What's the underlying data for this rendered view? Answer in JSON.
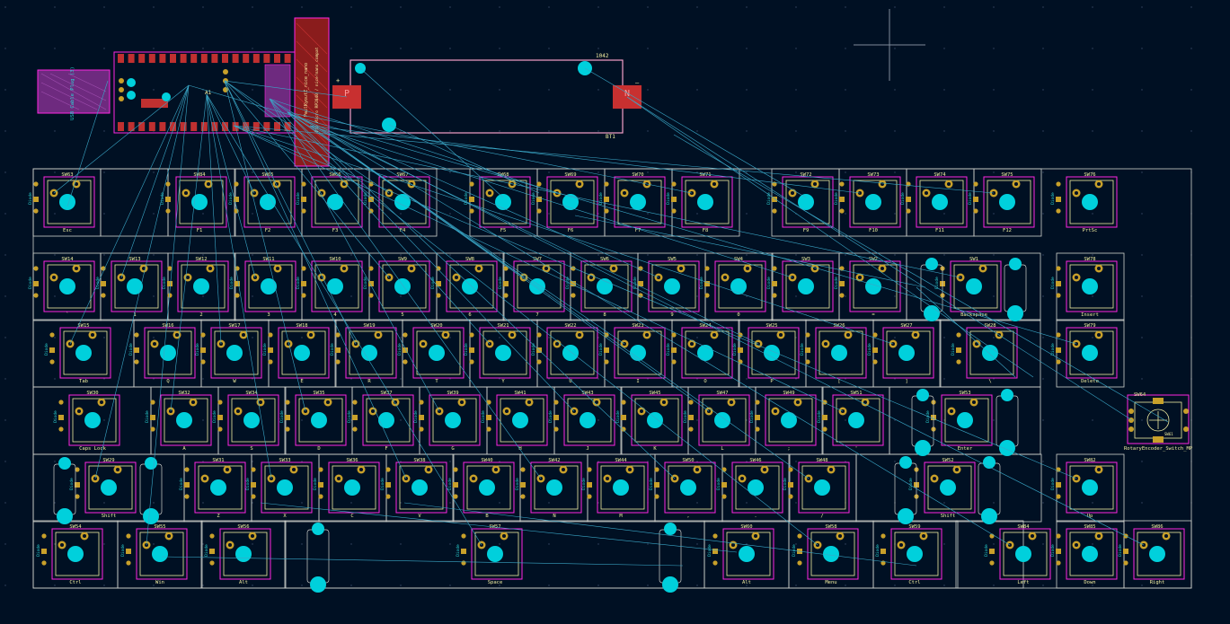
{
  "app": {
    "title": "KiCad PCB Editor",
    "crosshair": "crosshair-cursor"
  },
  "colors": {
    "background": "#001023",
    "edge_cuts": "#d0d2cd",
    "silk_front": "#f2eda1",
    "courtyard": "#ff26e2",
    "pad_copper": "#c8a02a",
    "via": "#00d0dc",
    "ratsnest": "#3aa7c7",
    "module_silk": "#d03333",
    "battery_outline": "#f5a0c8"
  },
  "mcu": {
    "ref": "A1",
    "usb_label": "USB Cable Plug (3)",
    "side_label": "Pro Micro RP2040 / nice!nano compat",
    "board_silk": "PaulKyoutZ_nice_nano"
  },
  "battery": {
    "ref": "BT1",
    "value": "1042",
    "pos_label": "P",
    "neg_label": "N",
    "plus_sign": "+",
    "minus_sign": "–"
  },
  "encoder": {
    "ref": "SW64",
    "value": "RotaryEncoder_Switch_MP",
    "sub": "SW61"
  },
  "diode_label": "Diode",
  "rows": [
    [
      {
        "ref": "SW63",
        "label": "Esc"
      },
      {
        "ref": "SW84",
        "label": "F1"
      },
      {
        "ref": "SW65",
        "label": "F2"
      },
      {
        "ref": "SW66",
        "label": "F3"
      },
      {
        "ref": "SW67",
        "label": "F4"
      },
      {
        "ref": "SW68",
        "label": "F5"
      },
      {
        "ref": "SW69",
        "label": "F6"
      },
      {
        "ref": "SW70",
        "label": "F7"
      },
      {
        "ref": "SW71",
        "label": "F8"
      },
      {
        "ref": "SW72",
        "label": "F9"
      },
      {
        "ref": "SW73",
        "label": "F10"
      },
      {
        "ref": "SW74",
        "label": "F11"
      },
      {
        "ref": "SW75",
        "label": "F12"
      },
      {
        "ref": "SW76",
        "label": "PrtSc"
      }
    ],
    [
      {
        "ref": "SW14",
        "label": "`"
      },
      {
        "ref": "SW13",
        "label": "1"
      },
      {
        "ref": "SW12",
        "label": "2"
      },
      {
        "ref": "SW11",
        "label": "3"
      },
      {
        "ref": "SW10",
        "label": "4"
      },
      {
        "ref": "SW9",
        "label": "5"
      },
      {
        "ref": "SW8",
        "label": "6"
      },
      {
        "ref": "SW7",
        "label": "7"
      },
      {
        "ref": "SW6",
        "label": "8"
      },
      {
        "ref": "SW5",
        "label": "9"
      },
      {
        "ref": "SW4",
        "label": "0"
      },
      {
        "ref": "SW3",
        "label": "-"
      },
      {
        "ref": "SW2",
        "label": "="
      },
      {
        "ref": "SW1",
        "label": "Backspace"
      },
      {
        "ref": "SW78",
        "label": "Insert"
      }
    ],
    [
      {
        "ref": "SW15",
        "label": "Tab"
      },
      {
        "ref": "SW16",
        "label": "Q"
      },
      {
        "ref": "SW17",
        "label": "W"
      },
      {
        "ref": "SW18",
        "label": "E"
      },
      {
        "ref": "SW19",
        "label": "R"
      },
      {
        "ref": "SW20",
        "label": "T"
      },
      {
        "ref": "SW21",
        "label": "Y"
      },
      {
        "ref": "SW22",
        "label": "U"
      },
      {
        "ref": "SW23",
        "label": "I"
      },
      {
        "ref": "SW24",
        "label": "O"
      },
      {
        "ref": "SW25",
        "label": "P"
      },
      {
        "ref": "SW26",
        "label": "["
      },
      {
        "ref": "SW27",
        "label": "]"
      },
      {
        "ref": "SW28",
        "label": "\\"
      },
      {
        "ref": "SW79",
        "label": "Delete"
      }
    ],
    [
      {
        "ref": "SW30",
        "label": "Caps Lock"
      },
      {
        "ref": "SW32",
        "label": "A"
      },
      {
        "ref": "SW34",
        "label": "S"
      },
      {
        "ref": "SW35",
        "label": "D"
      },
      {
        "ref": "SW37",
        "label": "F"
      },
      {
        "ref": "SW39",
        "label": "G"
      },
      {
        "ref": "SW41",
        "label": "H"
      },
      {
        "ref": "SW43",
        "label": "J"
      },
      {
        "ref": "SW45",
        "label": "K"
      },
      {
        "ref": "SW47",
        "label": "L"
      },
      {
        "ref": "SW49",
        "label": ";"
      },
      {
        "ref": "SW51",
        "label": "'"
      },
      {
        "ref": "SW53",
        "label": "Enter"
      }
    ],
    [
      {
        "ref": "SW29",
        "label": "Shift"
      },
      {
        "ref": "SW31",
        "label": "Z"
      },
      {
        "ref": "SW33",
        "label": "X"
      },
      {
        "ref": "SW36",
        "label": "C"
      },
      {
        "ref": "SW38",
        "label": "V"
      },
      {
        "ref": "SW40",
        "label": "B"
      },
      {
        "ref": "SW42",
        "label": "N"
      },
      {
        "ref": "SW44",
        "label": "M"
      },
      {
        "ref": "SW50",
        "label": ","
      },
      {
        "ref": "SW46",
        "label": "."
      },
      {
        "ref": "SW48",
        "label": "/"
      },
      {
        "ref": "SW52",
        "label": "Shift"
      },
      {
        "ref": "SW82",
        "label": "Up"
      }
    ],
    [
      {
        "ref": "SW54",
        "label": "Ctrl"
      },
      {
        "ref": "SW55",
        "label": "Win"
      },
      {
        "ref": "SW56",
        "label": "Alt"
      },
      {
        "ref": "SW57",
        "label": "Space"
      },
      {
        "ref": "SW60",
        "label": "Alt"
      },
      {
        "ref": "SW58",
        "label": "Menu"
      },
      {
        "ref": "SW59",
        "label": "Ctrl"
      },
      {
        "ref": "SW84",
        "label": "Left"
      },
      {
        "ref": "SW85",
        "label": "Down"
      },
      {
        "ref": "SW86",
        "label": "Right"
      }
    ]
  ]
}
